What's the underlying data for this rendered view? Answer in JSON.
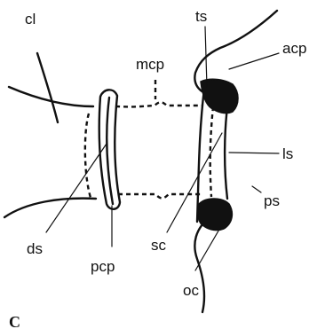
{
  "labels": {
    "cl": "cl",
    "ts": "ts",
    "mcp": "mcp",
    "acp": "acp",
    "ls": "ls",
    "ps": "ps",
    "ds": "ds",
    "sc": "sc",
    "pcp": "pcp",
    "oc": "oc"
  },
  "panel_label": "C"
}
